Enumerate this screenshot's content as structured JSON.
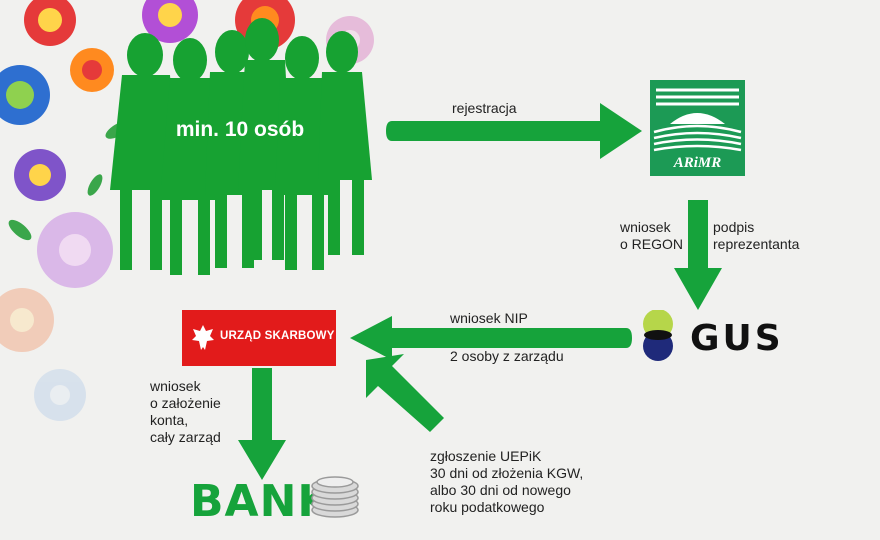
{
  "group": {
    "label": "min. 10 osób"
  },
  "nodes": {
    "arimr": {
      "label": "ARiMR"
    },
    "gus": {
      "label": "GUS"
    },
    "urzad": {
      "label": "URZĄD SKARBOWY"
    },
    "bank": {
      "label": "BANK"
    }
  },
  "edges": {
    "rejestracja": "rejestracja",
    "regon_left": "wniosek\no REGON",
    "regon_right": "podpis\nreprezentanta",
    "nip_top": "wniosek  NIP",
    "nip_bottom": "2 osoby z zarządu",
    "konto": "wniosek\no założenie\nkonta,\ncały zarząd",
    "uepik": "zgłoszenie UEPiK\n30 dni od złożenia KGW,\nalbo 30 dni od nowego\nroku podatkowego"
  },
  "colors": {
    "arrow": "#16a33b",
    "arimr": "#1c9a55",
    "urzad": "#e21b1b",
    "silhouettes": "#17a232"
  }
}
